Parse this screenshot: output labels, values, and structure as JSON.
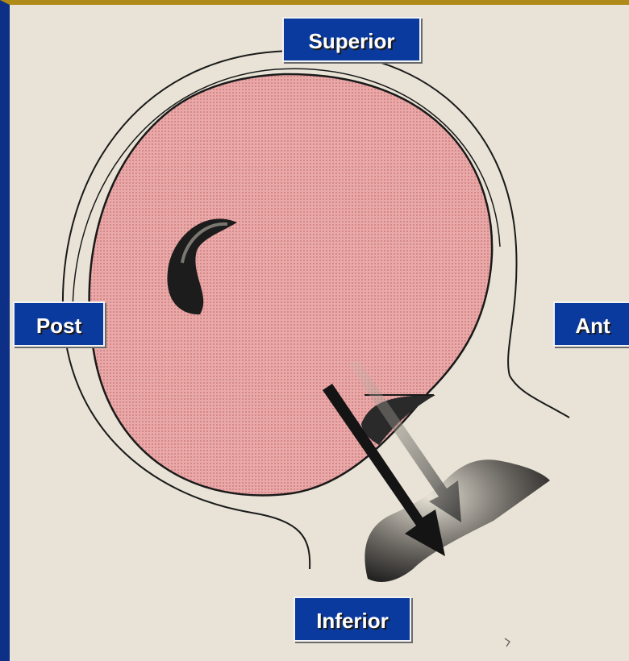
{
  "labels": {
    "superior": "Superior",
    "posterior": "Post",
    "anterior": "Ant",
    "inferior": "Inferior"
  },
  "colors": {
    "background": "#0a2a7a",
    "paper": "#e8e3d6",
    "label_fill": "#0a3a9e",
    "label_text": "#ffffff",
    "disc_fill": "#e8a4a4",
    "ink": "#1a1a1a"
  }
}
